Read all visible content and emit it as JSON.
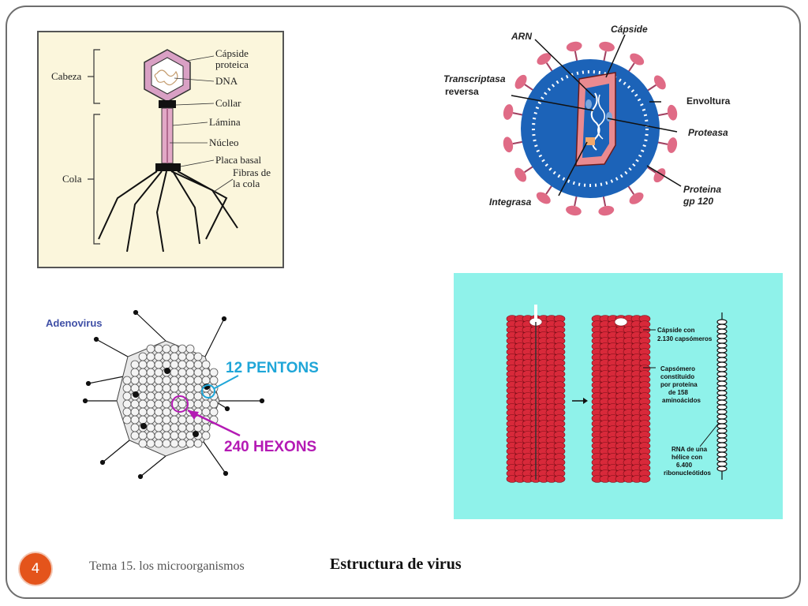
{
  "slide": {
    "number": "4",
    "topic": "Tema 15. los microorganismos",
    "title": "Estructura de virus"
  },
  "phage": {
    "head_group": "Cabeza",
    "tail_group": "Cola",
    "labels": [
      "Cápside",
      "proteica",
      "DNA",
      "Collar",
      "Lámina",
      "Núcleo",
      "Placa basal",
      "Fibras de",
      "la cola"
    ]
  },
  "hiv": {
    "labels": {
      "arn": "ARN",
      "capside": "Cápside",
      "transcriptasa1": "Transcriptasa",
      "transcriptasa2": "reversa",
      "envoltura": "Envoltura",
      "proteasa": "Proteasa",
      "integrasa": "Integrasa",
      "proteina1": "Proteina",
      "proteina2": "gp 120"
    }
  },
  "adeno": {
    "name": "Adenovirus",
    "pentons": "12 PENTONS",
    "hexons": "240 HEXONS"
  },
  "tmv": {
    "label_capside": [
      "Cápside con",
      "2.130 capsómeros"
    ],
    "label_capsomero": [
      "Capsómero",
      "constituido",
      "por proteína",
      "de 158",
      "aminoácidos"
    ],
    "label_rna": [
      "RNA de una",
      "hélice con",
      "6.400",
      "ribonucleótidos"
    ]
  },
  "colors": {
    "accent": "#e4541b",
    "tmv_bg": "#8ff2ea",
    "tmv_red": "#d8293a",
    "hiv_blue": "#1c63b8",
    "hiv_pink": "#e06b86",
    "phage_bg": "#fbf6dc",
    "phage_pink": "#dfa3c3",
    "adeno_magenta": "#b41ab4",
    "adeno_cyan": "#1fa6d8"
  }
}
